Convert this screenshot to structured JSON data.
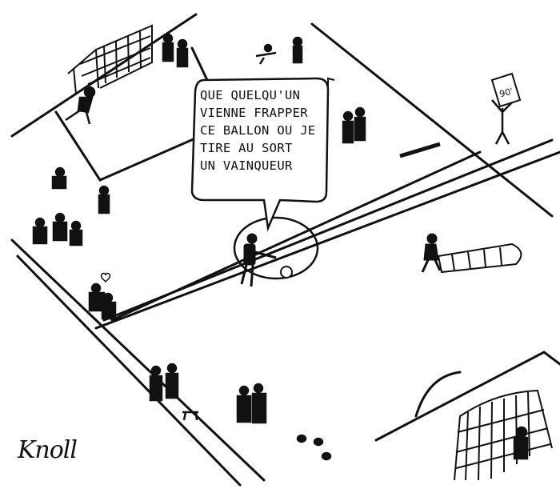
{
  "speech_bubble": {
    "lines": [
      "QUE QUELQU'UN",
      "VIENNE FRAPPER",
      "CE BALLON OU JE",
      "TIRE AU SORT",
      "UN VAINQUEUR"
    ]
  },
  "timer_sign": "90'",
  "artist_signature": "Knoll"
}
